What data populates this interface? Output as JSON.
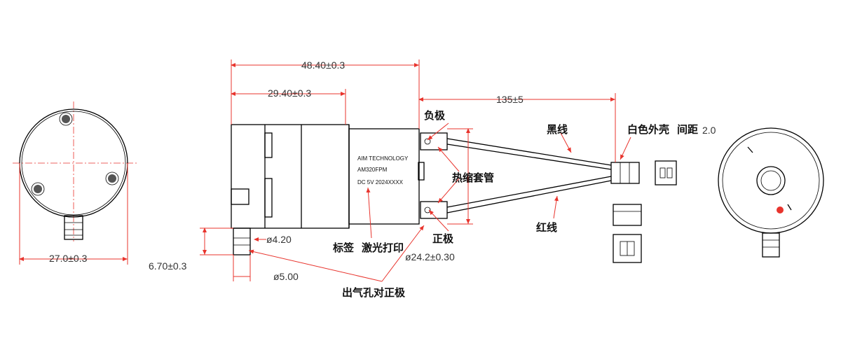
{
  "dimensions": {
    "overall_length": "48.40±0.3",
    "body_length": "29.40±0.3",
    "wire_length": "135±5",
    "diameter_front": "27.0±0.3",
    "nozzle_length": "6.70±0.3",
    "nozzle_inner": "ø4.20",
    "nozzle_outer": "ø5.00",
    "motor_diameter": "ø24.2±0.30",
    "pitch": "2.0"
  },
  "labels": {
    "negative": "负极",
    "positive": "正极",
    "black_wire": "黑线",
    "red_wire": "红线",
    "heat_shrink": "热缩套管",
    "white_shell": "白色外壳",
    "spacing": "间距",
    "label": "标签",
    "laser_print": "激光打印",
    "outlet_positive": "出气孔对正极"
  },
  "motor_label": {
    "line1": "AIM TECHNOLOGY",
    "line2": "AM320FPM",
    "line3": "DC 5V 2024XXXX"
  },
  "colors": {
    "dimension_line": "#e8342d",
    "outline": "#000000",
    "positive_dot": "#e8342d"
  }
}
